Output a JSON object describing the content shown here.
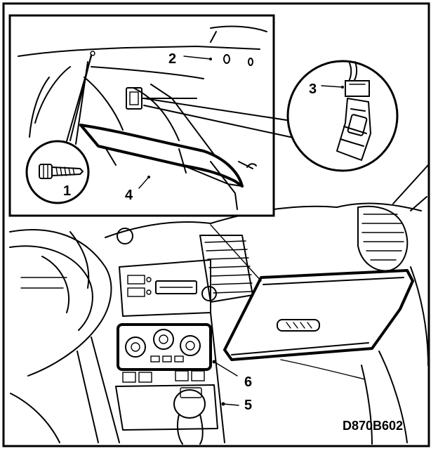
{
  "callouts": [
    {
      "id": "1",
      "label": "1"
    },
    {
      "id": "2",
      "label": "2"
    },
    {
      "id": "3",
      "label": "3"
    },
    {
      "id": "4",
      "label": "4"
    },
    {
      "id": "5",
      "label": "5"
    },
    {
      "id": "6",
      "label": "6"
    }
  ],
  "document_id": "D870B602",
  "icons": {
    "screw": "screw-icon",
    "lamp": "glovebox-lamp-icon",
    "clip": "clip-icon"
  }
}
